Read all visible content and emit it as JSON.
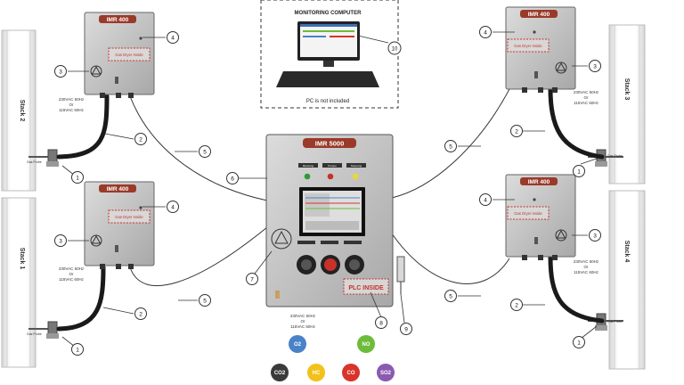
{
  "units": {
    "small_model": "IMR 400",
    "small_panel_label": "Gas Dryer Inside",
    "main_model": "IMR 5000",
    "main_buttons": [
      "Messung",
      "Pumpe",
      "Stoerung"
    ],
    "plc_label": "PLC INSIDE",
    "power_line1": "230VAC 50Hz",
    "power_line2": "Or",
    "power_line3": "115VAC 60Hz"
  },
  "stacks": [
    "Stack 2",
    "Stack 1",
    "Stack 3",
    "Stack 4"
  ],
  "probe_label": "Gas Probe",
  "monitor": {
    "title": "MONITORING COMPUTER",
    "note": "PC is not included"
  },
  "callouts": [
    "1",
    "2",
    "3",
    "4",
    "5",
    "6",
    "7",
    "8",
    "9",
    "10"
  ],
  "gases": [
    {
      "label": "O2",
      "color": "#4a82c8"
    },
    {
      "label": "NO",
      "color": "#6dbb3a"
    },
    {
      "label": "CO2",
      "color": "#3a3a3a"
    },
    {
      "label": "HC",
      "color": "#f2c21a"
    },
    {
      "label": "CO",
      "color": "#d8342a"
    },
    {
      "label": "SO2",
      "color": "#8a5ab0"
    }
  ],
  "colors": {
    "cabinet": "#c6c6c6",
    "badge": "#9a3a2a",
    "accent_red": "#c8322a"
  }
}
